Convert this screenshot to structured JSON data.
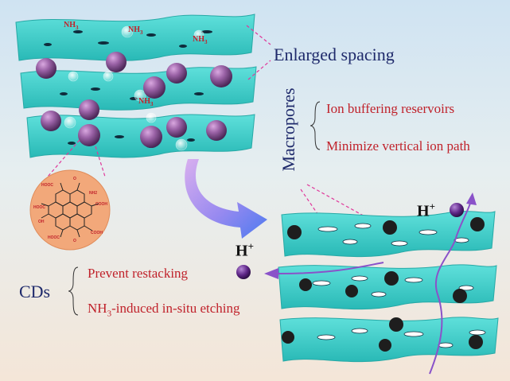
{
  "labels": {
    "enlarged_spacing": "Enlarged spacing",
    "macropores": "Macropores",
    "ion_buffering": "Ion buffering reservoirs",
    "minimize_path": "Minimize vertical ion path",
    "cds": "CDs",
    "prevent_restacking": "Prevent restacking",
    "etching_prefix": "NH",
    "etching_sub": "3",
    "etching_suffix": "-induced in-situ etching",
    "hplus_base": "H",
    "hplus_sup": "+",
    "nh3_base": "NH",
    "nh3_sub": "3"
  },
  "chem_groups": {
    "hooc": "HOOC",
    "cooh": "COOH",
    "nh2": "NH2",
    "oh": "OH",
    "o": "O"
  },
  "colors": {
    "sheet": "#3ad0cc",
    "sphere": "#8e5a9a",
    "cd_particle": "#1e1e1e",
    "ion": "#6a2d8f",
    "arrow": "#8a52c9",
    "leader": "#e0379a",
    "label_navy": "#1f2a6b",
    "label_red": "#c0222b",
    "cd_disc": "#f2a87a"
  }
}
